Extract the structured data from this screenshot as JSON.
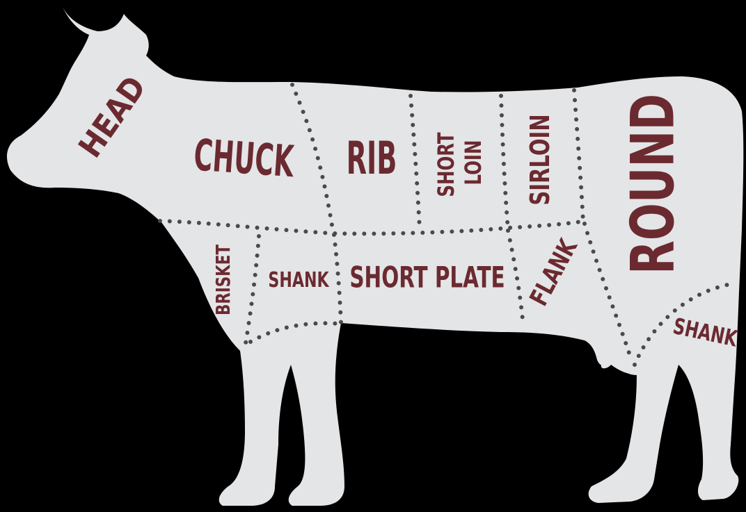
{
  "colors": {
    "background": "#000000",
    "cow_body": "#e4e5e7",
    "label_text": "#6b2a30",
    "cut_lines": "#4a4a4a"
  },
  "cuts": {
    "head": "HEAD",
    "chuck": "CHUCK",
    "rib": "RIB",
    "short_loin_line1": "SHORT",
    "short_loin_line2": "LOIN",
    "sirloin": "SIRLOIN",
    "round": "ROUND",
    "brisket": "BRISKET",
    "fore_shank": "SHANK",
    "short_plate": "SHORT PLATE",
    "flank": "FLANK",
    "hind_shank": "SHANK"
  }
}
